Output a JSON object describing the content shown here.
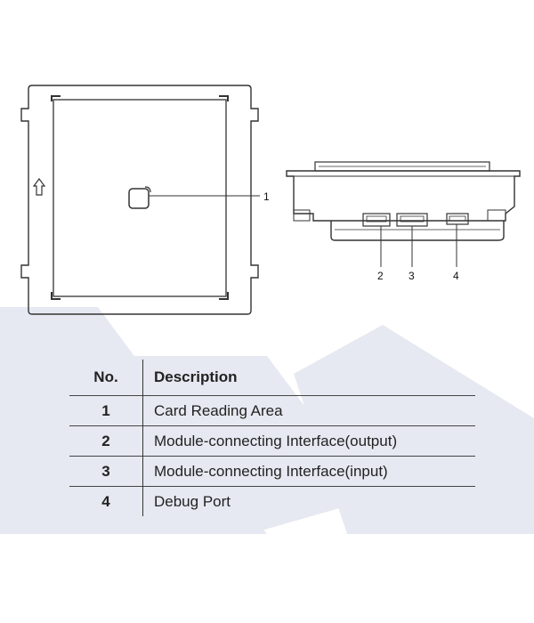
{
  "callouts": {
    "front_card_area": "1",
    "output_interface": "2",
    "input_interface": "3",
    "debug_port": "4"
  },
  "table": {
    "headers": {
      "no": "No.",
      "description": "Description"
    },
    "rows": [
      {
        "no": "1",
        "description": "Card Reading Area"
      },
      {
        "no": "2",
        "description": "Module-connecting Interface(output)"
      },
      {
        "no": "3",
        "description": "Module-connecting Interface(input)"
      },
      {
        "no": "4",
        "description": "Debug Port"
      }
    ]
  },
  "colors": {
    "watermark": "#e6e9f1",
    "line": "#333333"
  }
}
